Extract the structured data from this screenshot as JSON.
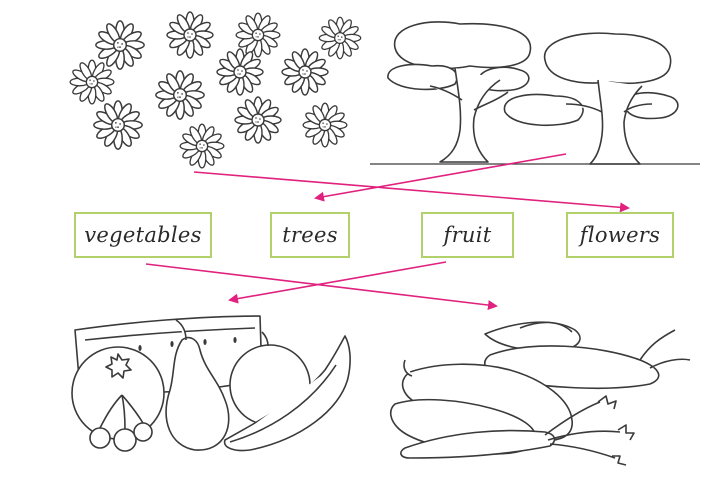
{
  "labels": {
    "vegetables": "vegetables",
    "trees": "trees",
    "fruit": "fruit",
    "flowers": "flowers"
  },
  "colors": {
    "arrow": "#e0217e",
    "box_border": "#b3d16a",
    "ink": "#3a3a3a"
  },
  "pictures": [
    "flowers-illustration",
    "trees-illustration",
    "fruit-illustration",
    "vegetables-illustration"
  ]
}
